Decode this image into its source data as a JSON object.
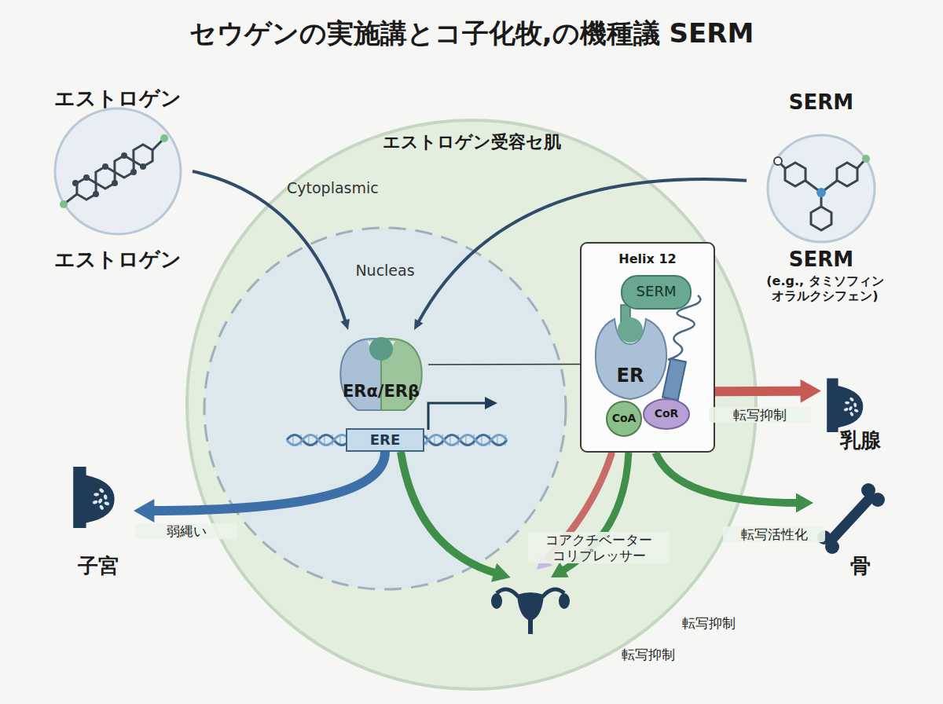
{
  "diagram": {
    "title": "セウゲンの実施講とコ子化牧,の機種議 SERM",
    "nodes": [
      {
        "text": [
          "エストロゲン",
          "エストロゲン"
        ]
      },
      {
        "text": [
          "SERM",
          "SERM",
          "(e.g., タミソフィン オラルクシフェン)"
        ]
      },
      {
        "text": [
          "エストロゲン受容セ肌",
          "Cytoplasmic"
        ]
      },
      {
        "text": [
          "Nucleas"
        ],
        "in": 2
      },
      {
        "text": [
          "ERα/ERβ"
        ],
        "in": 3
      },
      {
        "text": [
          "ERE"
        ],
        "in": 3
      },
      {
        "text": [
          "Helix 12"
        ],
        "in": 2
      },
      {
        "text": [
          "SERM"
        ],
        "in": 6
      },
      {
        "text": [
          "ER"
        ],
        "in": 6
      },
      {
        "text": [
          "CoA"
        ],
        "in": 6
      },
      {
        "text": [
          "CoR"
        ],
        "in": 6
      },
      {
        "text": [
          "乳腺"
        ]
      },
      {
        "text": [
          "骨"
        ]
      },
      {
        "text": [
          "転写抑制"
        ],
        "in": 2
      },
      {
        "text": [
          "子宮"
        ]
      }
    ],
    "edges": [
      {
        "from": 0,
        "to": 4,
        "arrow": "to"
      },
      {
        "from": 1,
        "to": 4,
        "arrow": "to"
      },
      {
        "from": 4,
        "to": 6,
        "arrow": "none"
      },
      {
        "from": 6,
        "to": 11,
        "label": "転写抑制",
        "arrow": "to"
      },
      {
        "from": 5,
        "to": 14,
        "label": "弱縄い",
        "arrow": "to"
      },
      {
        "from": 5,
        "to": 13,
        "arrow": "to"
      },
      {
        "from": 6,
        "to": 13,
        "label": "コアクチベーター コリプレッサー",
        "arrow": "to"
      },
      {
        "from": 6,
        "to": 12,
        "label": "転写活性化",
        "arrow": "to"
      }
    ],
    "labels": [
      "転写抑制"
    ]
  }
}
